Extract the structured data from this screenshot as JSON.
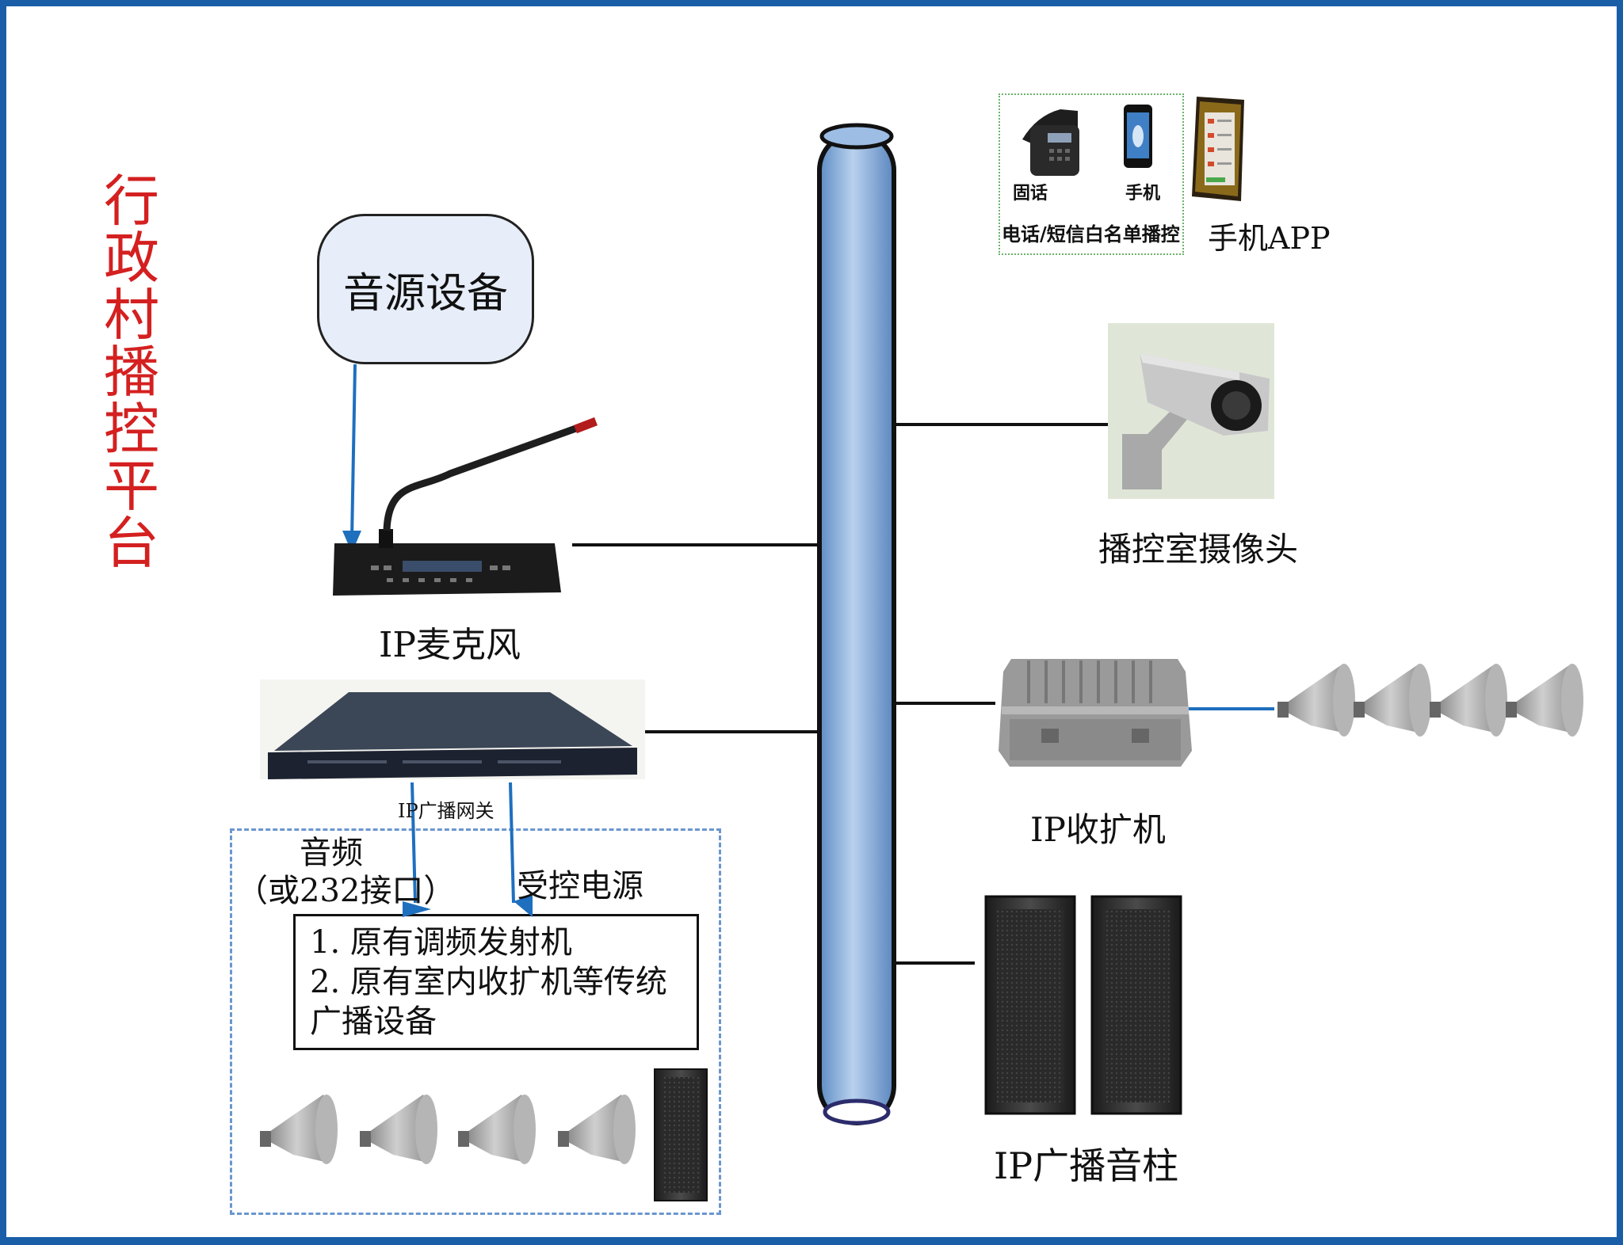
{
  "title_chars": [
    "行",
    "政",
    "村",
    "播",
    "控",
    "平",
    "台"
  ],
  "source_device": "音源设备",
  "ip_microphone": "IP麦克风",
  "ip_gateway": "IP广播网关",
  "audio_label": "音频",
  "audio_interface": "（或232接口）",
  "controlled_power": "受控电源",
  "legacy_lines": [
    "1. 原有调频发射机",
    "2. 原有室内收扩机等传统",
    "广播设备"
  ],
  "phone_labels": {
    "landline": "固话",
    "mobile": "手机",
    "whitelist": "电话/短信白名单播控"
  },
  "mobile_app": "手机APP",
  "camera": "播控室摄像头",
  "ip_amplifier": "IP收扩机",
  "ip_column_speaker": "IP广播音柱",
  "colors": {
    "title": "#d42020",
    "frame": "#1a5ea8",
    "arrow": "#1f6fbf",
    "bus": "#7da7d6"
  }
}
